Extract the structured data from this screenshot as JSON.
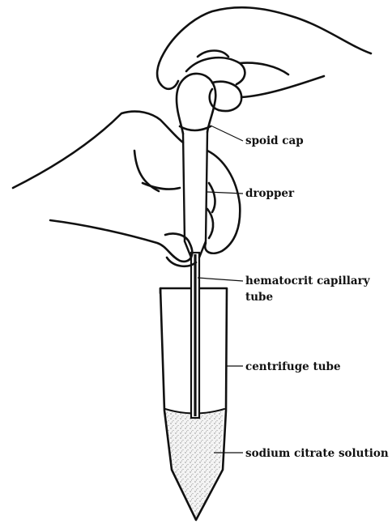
{
  "labels": {
    "spoid_cap": "spoid cap",
    "dropper": "dropper",
    "capillary_line1": "hematocrit capillary",
    "capillary_line2": "tube",
    "centrifuge_tube": "centrifuge tube",
    "solution": "sodium citrate solution"
  }
}
